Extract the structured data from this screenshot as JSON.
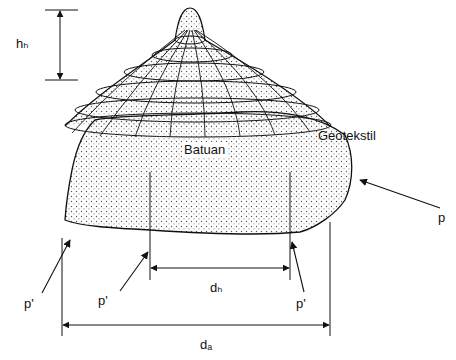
{
  "diagram": {
    "nodes": [
      {
        "text": [
          "Batuan"
        ]
      }
    ],
    "labels": [
      "hₕ",
      "Geotekstil",
      "p",
      "p'",
      "p'",
      "dₕ",
      "p'",
      "dₐ"
    ]
  }
}
